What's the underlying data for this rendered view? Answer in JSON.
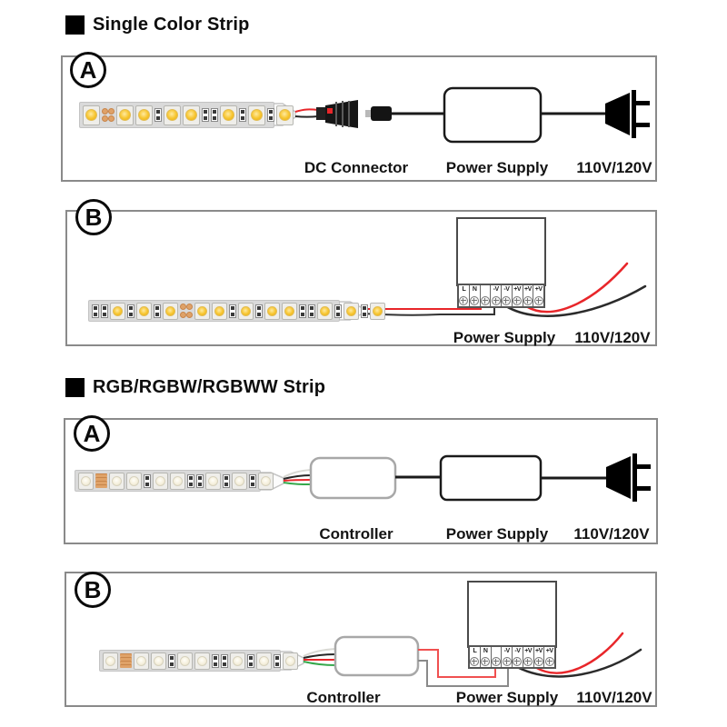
{
  "sections": [
    {
      "title": "Single Color Strip"
    },
    {
      "title": "RGB/RGBW/RGBWW Strip"
    }
  ],
  "panels": {
    "single_a": {
      "letter": "A",
      "labels": {
        "connector": "DC Connector",
        "power": "Power Supply",
        "voltage": "110V/120V"
      }
    },
    "single_b": {
      "letter": "B",
      "labels": {
        "power": "Power Supply",
        "voltage": "110V/120V"
      }
    },
    "rgb_a": {
      "letter": "A",
      "labels": {
        "controller": "Controller",
        "power": "Power Supply",
        "voltage": "110V/120V"
      }
    },
    "rgb_b": {
      "letter": "B",
      "labels": {
        "controller": "Controller",
        "power": "Power Supply",
        "voltage": "110V/120V"
      }
    }
  },
  "terminal_labels": [
    "L",
    "N",
    "",
    "-V",
    "-V",
    "+V",
    "+V",
    "+V"
  ],
  "colors": {
    "wire_red": "#e8262a",
    "wire_black": "#262626",
    "wire_green": "#35a84c",
    "wire_white": "#d9d9d4",
    "copper_pad": "#dfa268",
    "warm_led": "#f7c52e"
  },
  "strips": {
    "single_a": {
      "type": "warm",
      "cells": [
        "led",
        "pads",
        "led",
        "led",
        "res",
        "led",
        "led",
        "res",
        "res",
        "led",
        "res",
        "led",
        "res",
        "led"
      ]
    },
    "single_b": {
      "type": "warm",
      "cells": [
        "res",
        "res",
        "led",
        "res",
        "led",
        "res",
        "led",
        "pads",
        "led",
        "led",
        "res",
        "led",
        "res",
        "led",
        "led",
        "res",
        "res",
        "led",
        "res",
        "led",
        "res",
        "led"
      ]
    },
    "rgb_a": {
      "type": "rgb",
      "cells": [
        "led",
        "bars",
        "led",
        "led",
        "res",
        "led",
        "led",
        "res",
        "res",
        "led",
        "res",
        "led",
        "res",
        "led"
      ]
    },
    "rgb_b": {
      "type": "rgb",
      "cells": [
        "led",
        "bars",
        "led",
        "led",
        "res",
        "led",
        "led",
        "res",
        "res",
        "led",
        "res",
        "led",
        "res",
        "led"
      ]
    }
  }
}
